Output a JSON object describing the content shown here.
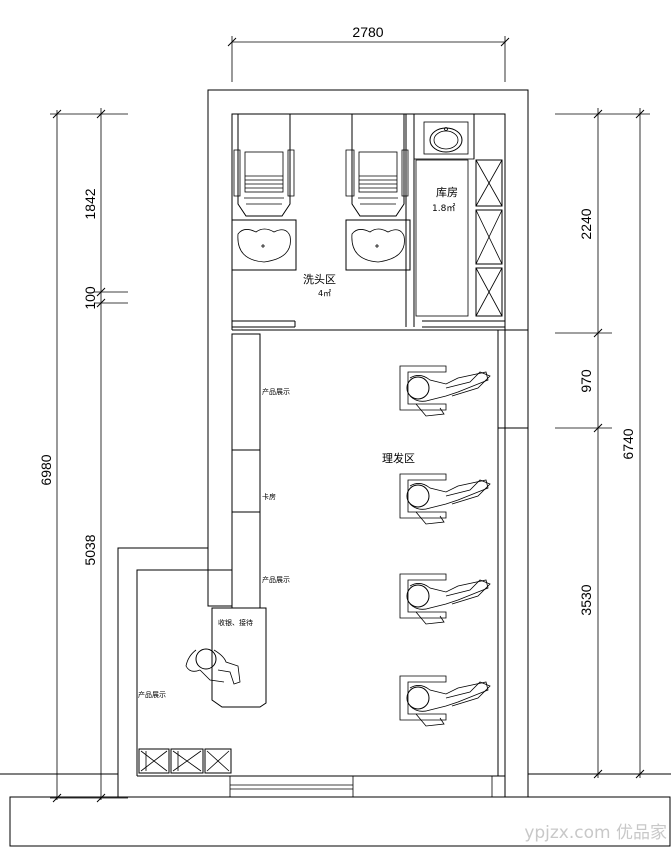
{
  "dimensions": {
    "top_width": "2780",
    "left_total": "6980",
    "left_upper": "1842",
    "left_gap": "100",
    "left_lower": "5038",
    "right_total": "6740",
    "right_upper": "2240",
    "right_middle": "970",
    "right_lower": "3530"
  },
  "rooms": {
    "wash_area": "洗头区",
    "wash_area_size": "4㎡",
    "storage": "库房",
    "storage_size": "1.8㎡",
    "haircut_area": "理发区"
  },
  "labels": {
    "product_display_1": "产品展示",
    "card_room": "卡房",
    "product_display_2": "产品展示",
    "reception": "收银、接待",
    "product_display_3": "产品展示"
  },
  "watermark": "ypjzx.com 优品家"
}
